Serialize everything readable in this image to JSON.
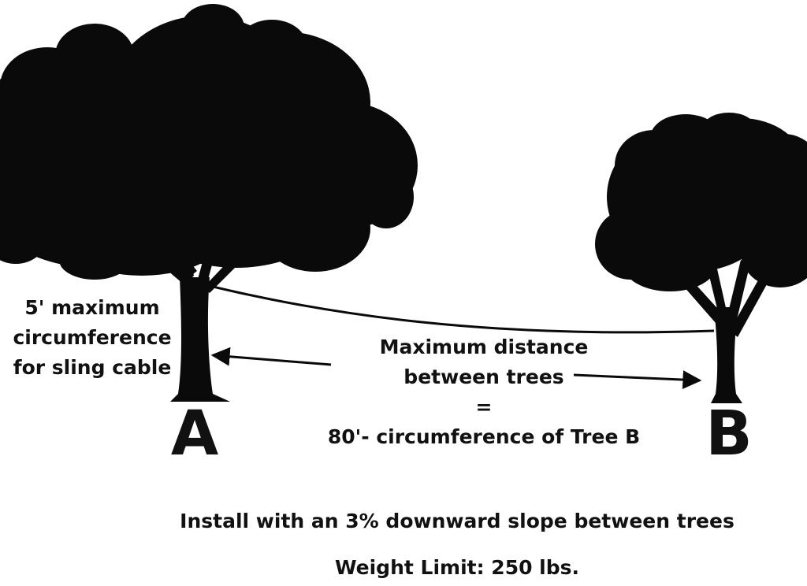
{
  "tree_a": {
    "letter": "A",
    "note_lines": [
      "5' maximum",
      "circumference",
      "for sling cable"
    ]
  },
  "tree_b": {
    "letter": "B"
  },
  "distance_label": {
    "lines": [
      "Maximum distance",
      "between trees",
      "=",
      "80'- circumference of Tree B"
    ]
  },
  "footer": {
    "slope": "Install with an 3% downward slope between trees",
    "weight": "Weight Limit: 250 lbs."
  },
  "colors": {
    "silhouette": "#0a0a0a",
    "background": "#ffffff",
    "text": "#111111"
  },
  "icons": [
    "tree-a-icon",
    "tree-b-icon",
    "arrow-left-icon",
    "arrow-right-icon"
  ]
}
